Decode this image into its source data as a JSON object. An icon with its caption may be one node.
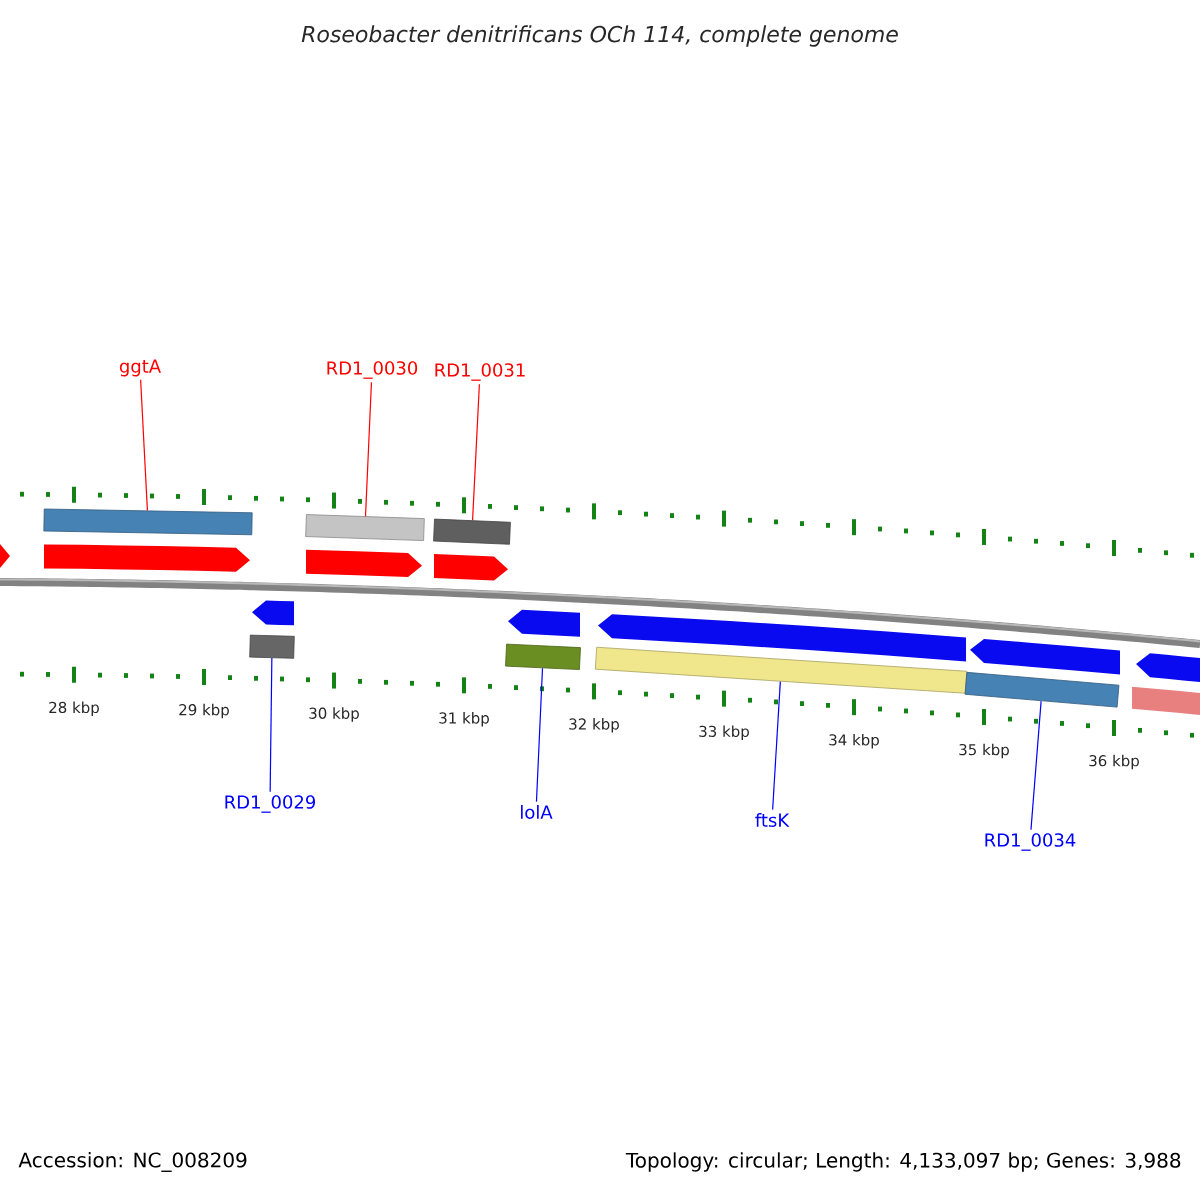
{
  "diagram": {
    "title": "Roseobacter denitrificans OCh 114, complete genome",
    "nodes": [
      {
        "text": [
          "ggtA"
        ]
      },
      {
        "text": [
          "RD1_0030"
        ]
      },
      {
        "text": [
          "RD1_0031"
        ]
      },
      {
        "text": [
          "RD1_0029"
        ]
      },
      {
        "text": [
          "lolA"
        ]
      },
      {
        "text": [
          "ftsK"
        ]
      },
      {
        "text": [
          "RD1_0034"
        ]
      },
      {
        "text": [],
        "shape": "bar"
      },
      {
        "text": [],
        "shape": "bar"
      },
      {
        "text": [],
        "shape": "bar"
      },
      {
        "text": [],
        "shape": "bar"
      },
      {
        "text": [],
        "shape": "bar"
      },
      {
        "text": [],
        "shape": "bar"
      },
      {
        "text": [],
        "shape": "bar"
      },
      {
        "text": [],
        "shape": "bar"
      },
      {
        "text": [],
        "shape": "arrow"
      },
      {
        "text": [],
        "shape": "arrow"
      },
      {
        "text": [],
        "shape": "arrow"
      },
      {
        "text": [],
        "shape": "arrow"
      },
      {
        "text": [],
        "shape": "arrow"
      },
      {
        "text": [],
        "shape": "arrow"
      },
      {
        "text": [],
        "shape": "arrow"
      },
      {
        "text": [],
        "shape": "arrow"
      },
      {
        "text": [],
        "shape": "arrow"
      }
    ],
    "edges": [
      {
        "from": 0,
        "to": 7,
        "arrow": "none",
        "color": "#ff0000"
      },
      {
        "from": 1,
        "to": 8,
        "arrow": "none",
        "color": "#ff0000"
      },
      {
        "from": 2,
        "to": 9,
        "arrow": "none",
        "color": "#ff0000"
      },
      {
        "from": 3,
        "to": 10,
        "arrow": "none"
      },
      {
        "from": 4,
        "to": 11,
        "arrow": "none"
      },
      {
        "from": 5,
        "to": 12,
        "arrow": "none"
      },
      {
        "from": 6,
        "to": 13,
        "arrow": "none"
      }
    ],
    "labels": [
      "28 kbp",
      "29 kbp",
      "30 kbp",
      "31 kbp",
      "32 kbp",
      "33 kbp",
      "34 kbp",
      "35 kbp",
      "36 kbp",
      "Accession: NC_008209",
      "Topology: circular; Length: 4,133,097 bp; Genes: 3,988"
    ]
  }
}
